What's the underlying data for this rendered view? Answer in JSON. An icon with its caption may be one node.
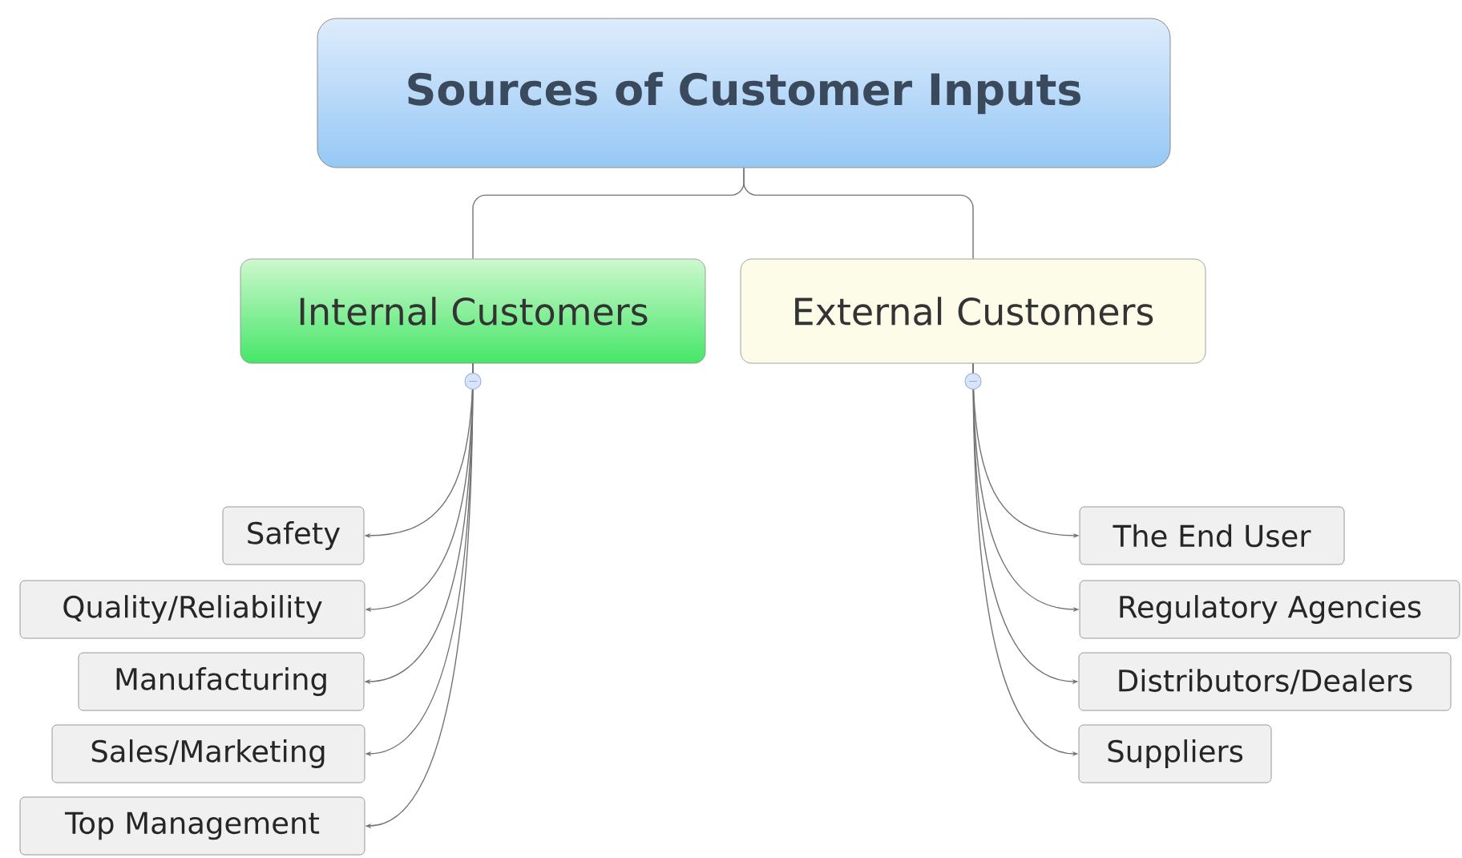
{
  "diagram": {
    "nodes": [
      {
        "text": [
          "Sources of Customer Inputs"
        ]
      },
      {
        "text": [
          "Internal Customers"
        ]
      },
      {
        "text": [
          "External Customers"
        ]
      },
      {
        "text": [
          "Safety"
        ]
      },
      {
        "text": [
          "Quality/Reliability"
        ]
      },
      {
        "text": [
          "Manufacturing"
        ]
      },
      {
        "text": [
          "Sales/Marketing"
        ]
      },
      {
        "text": [
          "Top Management"
        ]
      },
      {
        "text": [
          "The End User"
        ]
      },
      {
        "text": [
          "Regulatory Agencies"
        ]
      },
      {
        "text": [
          "Distributors/Dealers"
        ]
      },
      {
        "text": [
          "Suppliers"
        ]
      }
    ],
    "edges": [
      {
        "from": 0,
        "to": 1,
        "arrow": "none"
      },
      {
        "from": 0,
        "to": 2,
        "arrow": "none"
      },
      {
        "from": 1,
        "to": 3,
        "arrow": "to"
      },
      {
        "from": 1,
        "to": 4,
        "arrow": "to"
      },
      {
        "from": 1,
        "to": 5,
        "arrow": "to"
      },
      {
        "from": 1,
        "to": 6,
        "arrow": "to"
      },
      {
        "from": 1,
        "to": 7,
        "arrow": "to"
      },
      {
        "from": 2,
        "to": 8,
        "arrow": "to"
      },
      {
        "from": 2,
        "to": 9,
        "arrow": "to"
      },
      {
        "from": 2,
        "to": 10,
        "arrow": "to"
      },
      {
        "from": 2,
        "to": 11,
        "arrow": "to"
      }
    ]
  }
}
